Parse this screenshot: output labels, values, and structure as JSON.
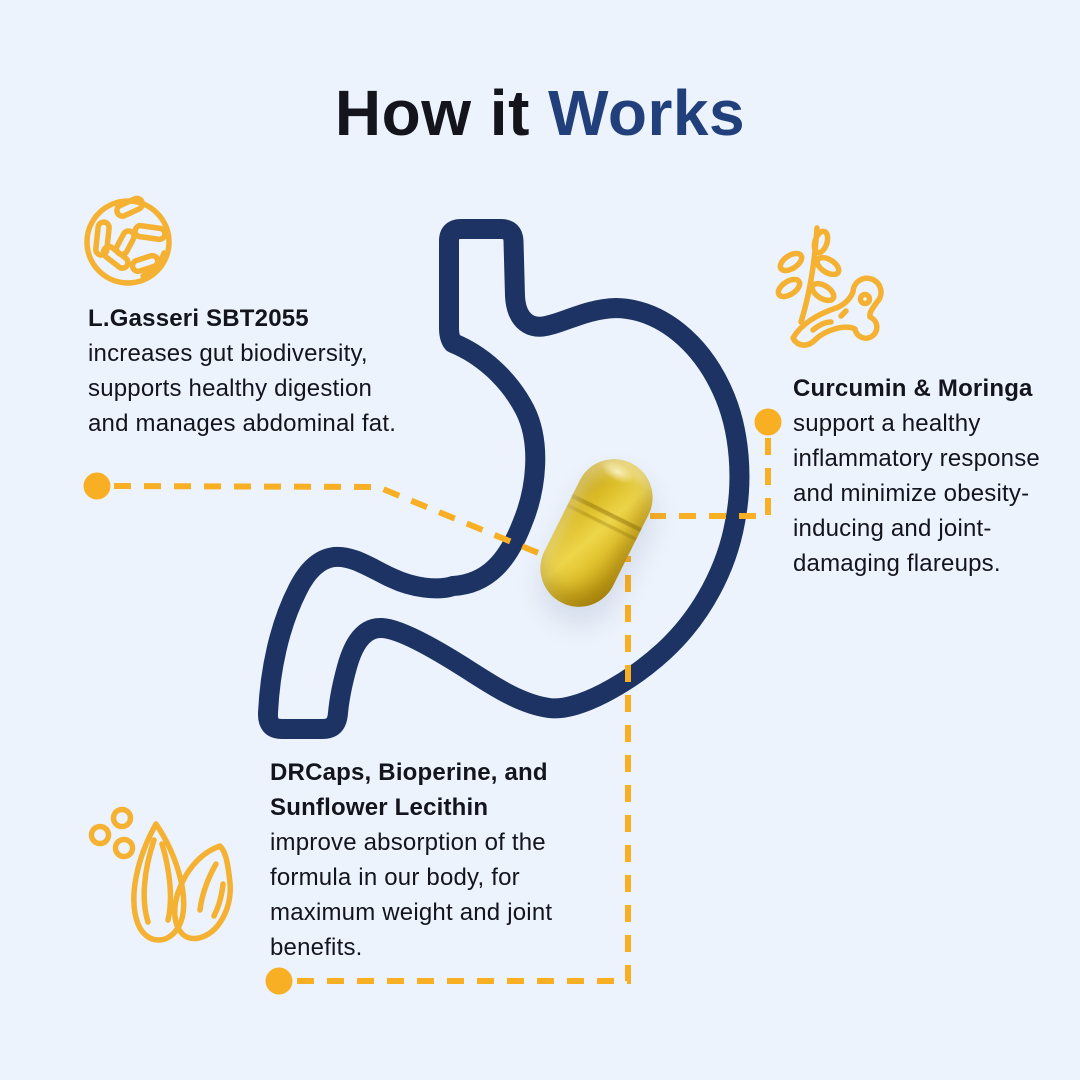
{
  "title": {
    "part1": "How it ",
    "part2": "Works"
  },
  "colors": {
    "bg": "#ECF3FC",
    "ink": "#14141D",
    "navy": "#1D3363",
    "accent": "#21407B",
    "yellow": "#F5B132",
    "dash": "#F9AF24",
    "gold_light": "#EED64A",
    "gold_mid": "#D9B922",
    "gold_dark": "#A8850A"
  },
  "illustration": {
    "stomach": "stomach-outline",
    "capsule": "yellow-supplement-capsule"
  },
  "ingredients": [
    {
      "id": "l-gasseri",
      "icon": "probiotic-bacteria-icon",
      "name_lines": [
        "L.Gasseri SBT2055"
      ],
      "desc_lines": [
        "increases gut biodiversity,",
        "supports healthy digestion",
        "and manages abdominal fat."
      ]
    },
    {
      "id": "curcumin-moringa",
      "icon": "turmeric-moringa-icon",
      "name_lines": [
        "Curcumin & Moringa"
      ],
      "desc_lines": [
        "support a healthy",
        "inflammatory response",
        "and minimize obesity-",
        "inducing and joint-",
        "damaging flareups."
      ]
    },
    {
      "id": "drcaps-bioperine-lecithin",
      "icon": "sunflower-seeds-icon",
      "name_lines": [
        "DRCaps, Bioperine, and",
        "Sunflower Lecithin"
      ],
      "desc_lines": [
        "improve absorption of the",
        "formula in our body, for",
        "maximum weight and joint",
        "benefits."
      ]
    }
  ]
}
